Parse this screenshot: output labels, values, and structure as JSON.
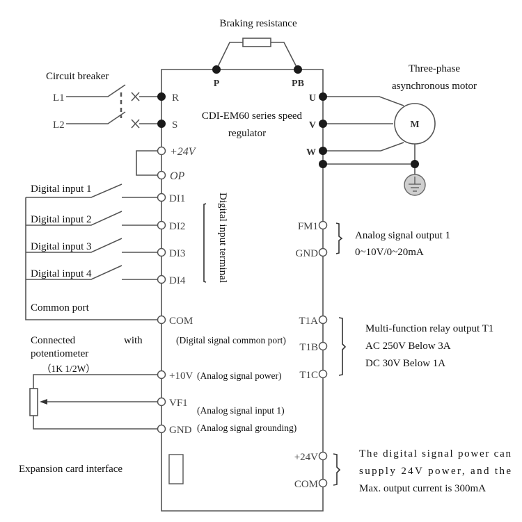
{
  "title": "CDI-EM60 series speed regulator",
  "title_line1": "CDI-EM60 series speed",
  "title_line2": "regulator",
  "labels": {
    "braking_resistance": "Braking resistance",
    "circuit_breaker": "Circuit breaker",
    "motor_line1": "Three-phase",
    "motor_line2": "asynchronous motor",
    "motor_symbol": "M",
    "digital_input_terminal": "Digital input terminal",
    "common_port": "Common port",
    "potentiometer_line1a": "Connected",
    "potentiometer_line1b": "with",
    "potentiometer_line2": "potentiometer",
    "potentiometer_spec": "（1K 1/2W）",
    "expansion_card": "Expansion card interface",
    "digital_signal_common": "(Digital signal common port)",
    "analog_signal_power": "(Analog signal power)",
    "analog_signal_input": "(Analog signal input 1)",
    "analog_signal_grounding": "(Analog signal grounding)",
    "analog_output_line1": "Analog signal output 1",
    "analog_output_line2": "0~10V/0~20mA",
    "relay_line1": "Multi-function relay output T1",
    "relay_line2": "AC 250V Below 3A",
    "relay_line3": "DC 30V Below 1A",
    "power_line1": "The digital signal power can",
    "power_line2": "supply 24V power, and the",
    "power_line3": "Max. output current is 300mA"
  },
  "power_inputs": [
    "L1",
    "L2"
  ],
  "digital_inputs": [
    "Digital input 1",
    "Digital input 2",
    "Digital input 3",
    "Digital input 4"
  ],
  "terminals": {
    "top": [
      "P",
      "PB"
    ],
    "left": [
      "R",
      "S",
      "+24V",
      "OP",
      "DI1",
      "DI2",
      "DI3",
      "DI4",
      "COM",
      "+10V",
      "VF1",
      "GND"
    ],
    "right": [
      "U",
      "V",
      "W",
      "FM1",
      "GND",
      "T1A",
      "T1B",
      "T1C",
      "+24V",
      "COM"
    ]
  }
}
